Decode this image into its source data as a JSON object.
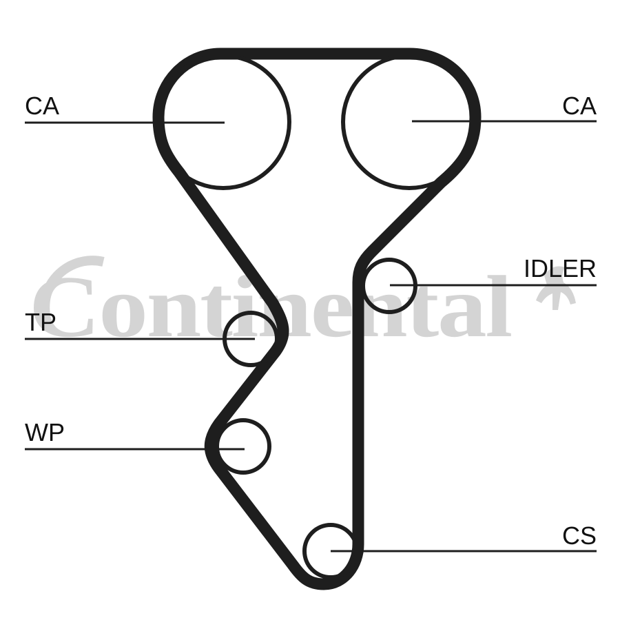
{
  "watermark": {
    "brand": "Continental",
    "color": "#d4d4d4"
  },
  "colors": {
    "belt": "#1e1e1e",
    "lines": "#1e1e1e",
    "text": "#111111"
  },
  "labels": {
    "ca_left": "CA",
    "ca_right": "CA",
    "idler": "IDLER",
    "tp": "TP",
    "wp": "WP",
    "cs": "CS"
  }
}
